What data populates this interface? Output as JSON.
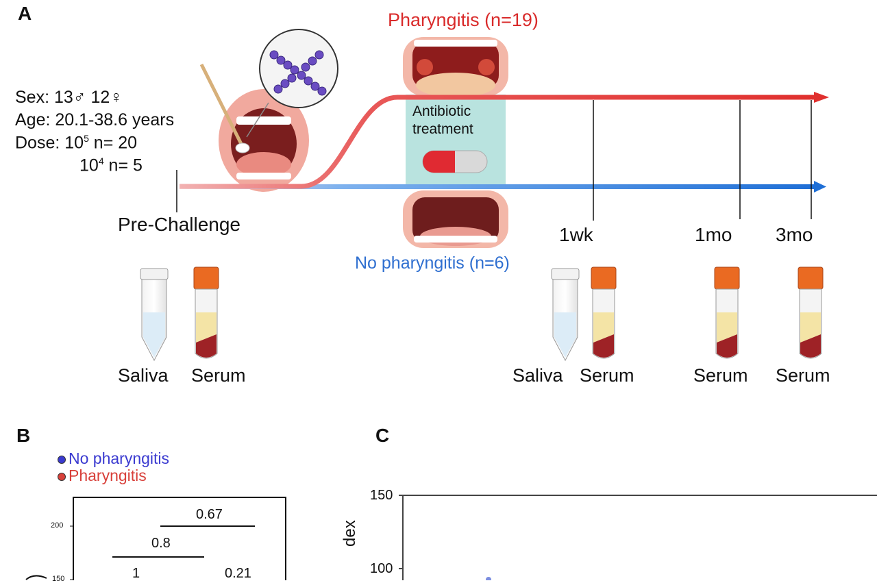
{
  "panelA": {
    "letter": "A",
    "pharyngitis_label": "Pharyngitis (n=19)",
    "no_pharyngitis_label": "No pharyngitis (n=6)",
    "sex_line": "Sex: 13♂ 12♀",
    "age_line": "Age: 20.1-38.6 years",
    "dose_prefix": "Dose: 10",
    "dose_exp1": "5",
    "dose_rest1": " n= 20",
    "dose_base2": "10",
    "dose_exp2": "4",
    "dose_rest2": " n= 5",
    "antibiotic_line1": "Antibiotic",
    "antibiotic_line2": "treatment",
    "pre_challenge": "Pre-Challenge",
    "tp_1wk": "1wk",
    "tp_1mo": "1mo",
    "tp_3mo": "3mo",
    "tube_saliva_1": "Saliva",
    "tube_serum_1": "Serum",
    "tube_saliva_2": "Saliva",
    "tube_serum_2": "Serum",
    "tube_serum_3": "Serum",
    "tube_serum_4": "Serum",
    "colors": {
      "red": "#e0302e",
      "blue": "#1f6fd6",
      "teal": "#b9e3df"
    }
  },
  "panelB": {
    "letter": "B",
    "legend_no": "No pharyngitis",
    "legend_ph": "Pharyngitis",
    "tick_200": "200",
    "tick_150": "150",
    "p_067": "0.67",
    "p_08": "0.8",
    "p_1": "1",
    "p_021": "0.21",
    "colors": {
      "no": "#3a3ad0",
      "ph": "#d8403a"
    }
  },
  "panelC": {
    "letter": "C",
    "tick_150": "150",
    "tick_100": "100",
    "ylabel_partial": "dex"
  }
}
